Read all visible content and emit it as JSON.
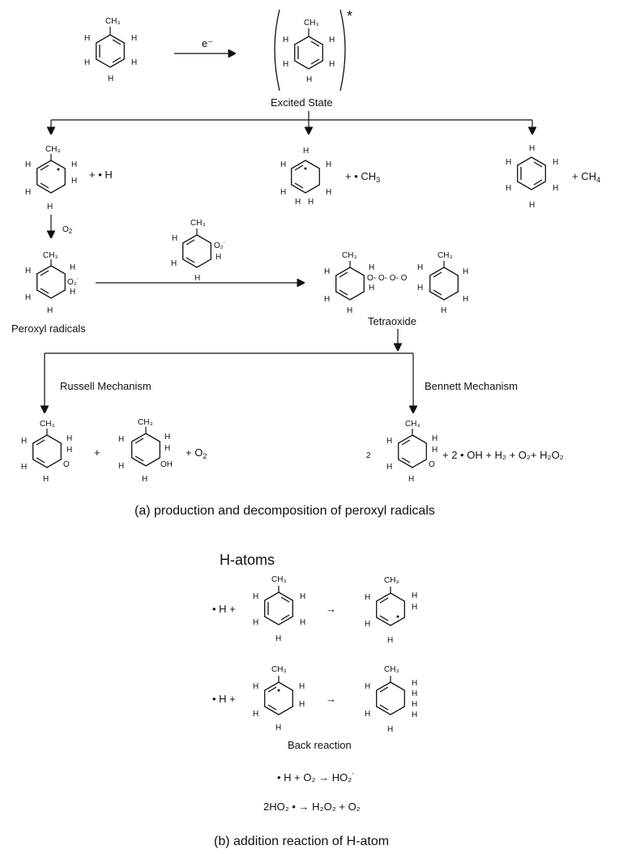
{
  "labels": {
    "electron": "e⁻",
    "excited_star": "*",
    "excited_state": "Excited State",
    "plus_h_radical": "+ • H",
    "plus_ch3_radical_prefix": "+ • CH",
    "ch3_sub": "3",
    "plus_ch4_prefix": "+ CH",
    "ch4_sub": "4",
    "o2_step_prefix": "O",
    "o2_sub": "2",
    "peroxyl_radicals": "Peroxyl radicals",
    "tetraoxide": "Tetraoxide",
    "russell_mechanism": "Russell Mechanism",
    "bennett_mechanism": "Bennett Mechanism",
    "plus": "+",
    "plus_o2_prefix": "+ O",
    "coef_2": "2",
    "bennett_products": "+ 2 • OH + H₂ + O₂+ H₂O₂",
    "caption_a": "(a) production and decomposition of peroxyl radicals",
    "h_atoms_title": "H-atoms",
    "h_plus_1": "• H +",
    "h_plus_2": "• H +",
    "back_reaction": "Back reaction",
    "eq1": "• H + O₂ → HO₂˙",
    "eq2": "2HO₂ • → H₂O₂ + O₂",
    "caption_b": "(b) addition reaction of H-atom"
  },
  "atoms": {
    "ch3": "CH₃",
    "h": "H",
    "o2_dot": "O₂˙",
    "o_o_o_o": "O- O- O- O",
    "o": "O",
    "oh": "OH"
  }
}
